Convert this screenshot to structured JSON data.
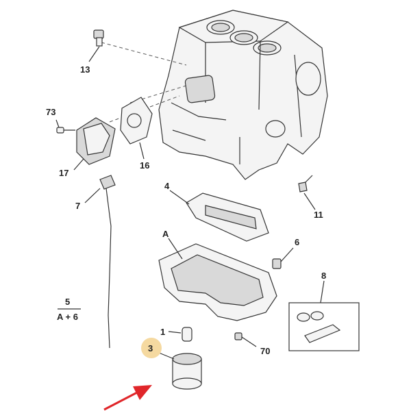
{
  "callouts": {
    "c13": "13",
    "c73": "73",
    "c17": "17",
    "c16": "16",
    "c7": "7",
    "c4": "4",
    "c11": "11",
    "cA": "A",
    "c6": "6",
    "c8": "8",
    "c5": "5",
    "c5sub": "A + 6",
    "c1": "1",
    "c3": "3",
    "c70": "70"
  },
  "colors": {
    "highlight": "#f5d9a0",
    "arrow": "#e0262a",
    "line": "#333333"
  }
}
